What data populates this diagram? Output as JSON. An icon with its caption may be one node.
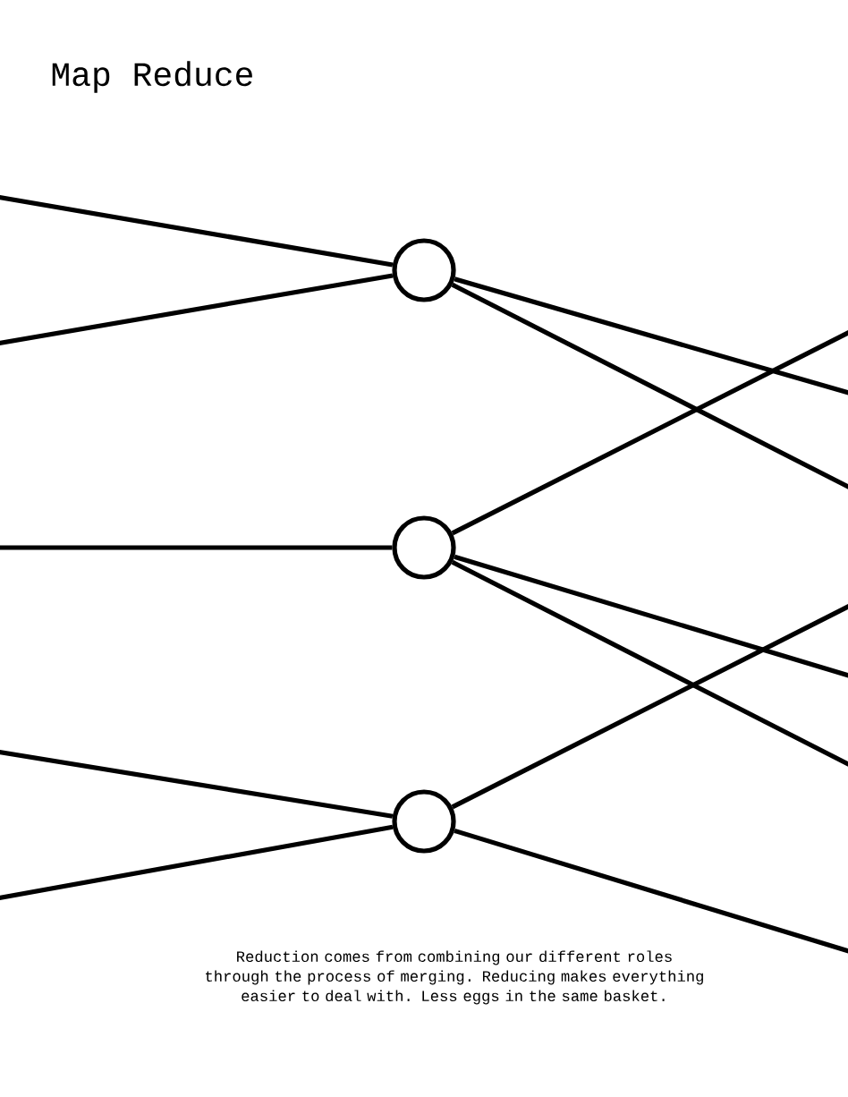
{
  "diagram": {
    "title": "Map Reduce",
    "nodes": [
      {
        "text": [],
        "shape": "circle"
      },
      {
        "text": [],
        "shape": "circle"
      },
      {
        "text": [],
        "shape": "circle"
      }
    ],
    "edges": [
      {
        "from": null,
        "to": 0,
        "arrow": "none"
      },
      {
        "from": null,
        "to": 0,
        "arrow": "none"
      },
      {
        "from": null,
        "to": 1,
        "arrow": "none"
      },
      {
        "from": null,
        "to": 2,
        "arrow": "none"
      },
      {
        "from": null,
        "to": 2,
        "arrow": "none"
      },
      {
        "from": 0,
        "to": null,
        "arrow": "none"
      },
      {
        "from": 0,
        "to": null,
        "arrow": "none"
      },
      {
        "from": 1,
        "to": null,
        "arrow": "none"
      },
      {
        "from": 1,
        "to": null,
        "arrow": "none"
      },
      {
        "from": 1,
        "to": null,
        "arrow": "none"
      },
      {
        "from": 2,
        "to": null,
        "arrow": "none"
      },
      {
        "from": 2,
        "to": null,
        "arrow": "none"
      }
    ],
    "caption": "Reduction comes from combining our different roles through the process of merging. Reducing makes everything easier to deal with. Less eggs in the same basket."
  }
}
